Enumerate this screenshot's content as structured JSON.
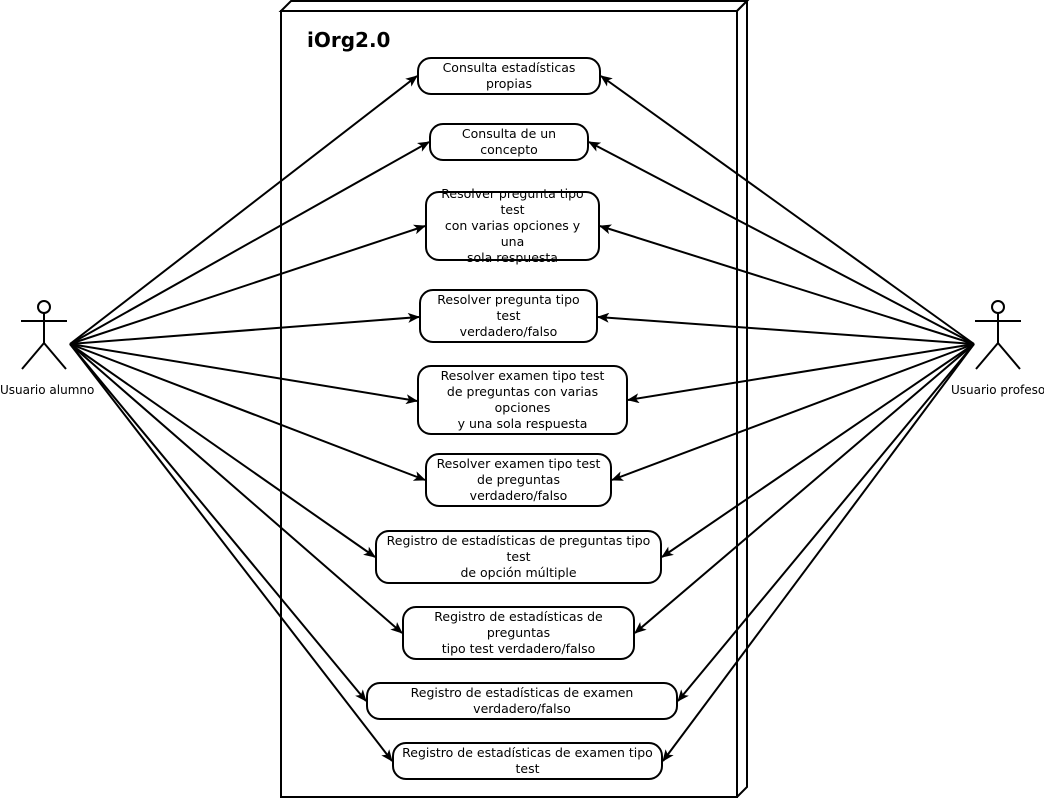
{
  "system": {
    "title": "iOrg2.0"
  },
  "actors": {
    "student": {
      "label": "Usuario alumno"
    },
    "teacher": {
      "label": "Usuario profesor"
    }
  },
  "use_cases": [
    {
      "id": "uc1",
      "label": "Consulta estadísticas propias"
    },
    {
      "id": "uc2",
      "label": "Consulta de un concepto"
    },
    {
      "id": "uc3",
      "label": "Resolver pregunta tipo test\ncon varias opciones y una\nsola respuesta"
    },
    {
      "id": "uc4",
      "label": "Resolver  pregunta tipo test\nverdadero/falso"
    },
    {
      "id": "uc5",
      "label": "Resolver examen tipo test\nde preguntas con varias opciones\ny una sola respuesta"
    },
    {
      "id": "uc6",
      "label": "Resolver examen tipo test\nde preguntas verdadero/falso"
    },
    {
      "id": "uc7",
      "label": "Registro  de estadísticas de preguntas tipo test\nde opción múltiple"
    },
    {
      "id": "uc8",
      "label": "Registro de estadísticas de preguntas\ntipo test verdadero/falso"
    },
    {
      "id": "uc9",
      "label": "Registro de estadísticas de examen verdadero/falso"
    },
    {
      "id": "uc10",
      "label": "Registro de estadísticas de examen tipo test"
    }
  ],
  "associations": [
    {
      "actor": "student",
      "use_case": "uc1"
    },
    {
      "actor": "student",
      "use_case": "uc2"
    },
    {
      "actor": "student",
      "use_case": "uc3"
    },
    {
      "actor": "student",
      "use_case": "uc4"
    },
    {
      "actor": "student",
      "use_case": "uc5"
    },
    {
      "actor": "student",
      "use_case": "uc6"
    },
    {
      "actor": "student",
      "use_case": "uc7"
    },
    {
      "actor": "student",
      "use_case": "uc8"
    },
    {
      "actor": "student",
      "use_case": "uc9"
    },
    {
      "actor": "student",
      "use_case": "uc10"
    },
    {
      "actor": "teacher",
      "use_case": "uc1"
    },
    {
      "actor": "teacher",
      "use_case": "uc2"
    },
    {
      "actor": "teacher",
      "use_case": "uc3"
    },
    {
      "actor": "teacher",
      "use_case": "uc4"
    },
    {
      "actor": "teacher",
      "use_case": "uc5"
    },
    {
      "actor": "teacher",
      "use_case": "uc6"
    },
    {
      "actor": "teacher",
      "use_case": "uc7"
    },
    {
      "actor": "teacher",
      "use_case": "uc8"
    },
    {
      "actor": "teacher",
      "use_case": "uc9"
    },
    {
      "actor": "teacher",
      "use_case": "uc10"
    }
  ]
}
